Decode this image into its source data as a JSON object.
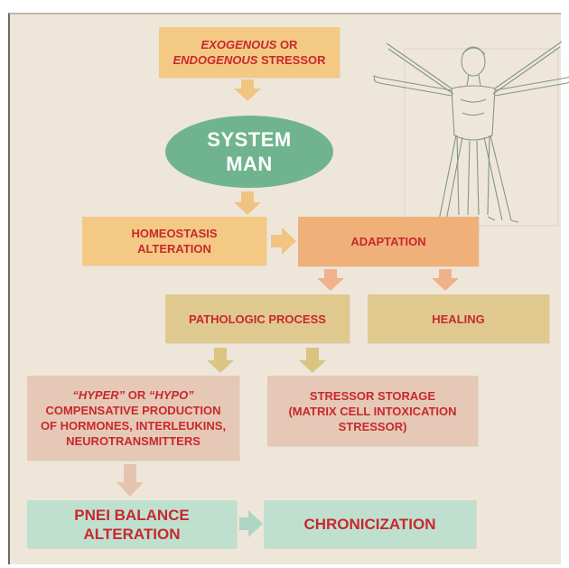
{
  "diagram": {
    "stressor": {
      "line1_italic": "EXOGENOUS",
      "line1_rest": " OR",
      "line2_italic": "ENDOGENOUS",
      "line2_rest": " STRESSOR"
    },
    "system_man": {
      "line1": "SYSTEM",
      "line2": "MAN"
    },
    "homeostasis": {
      "line1": "HOMEOSTASIS",
      "line2": "ALTERATION"
    },
    "adaptation": "ADAPTATION",
    "pathologic": "PATHOLOGIC PROCESS",
    "healing": "HEALING",
    "hyper_hypo": {
      "hyper": "“HYPER”",
      "or": " OR ",
      "hypo": "“HYPO”",
      "line2": "COMPENSATIVE PRODUCTION",
      "line3": "OF HORMONES, INTERLEUKINS,",
      "line4": "NEUROTRANSMITTERS"
    },
    "stressor_storage": {
      "line1": "STRESSOR STORAGE",
      "line2": "(MATRIX CELL INTOXICATION",
      "line3": "STRESSOR)"
    },
    "pnei": {
      "line1": "PNEI BALANCE",
      "line2": "ALTERATION"
    },
    "chronicization": "CHRONICIZATION"
  },
  "colors": {
    "text_red": "#c8282e",
    "orange_box": "#f3c983",
    "salmon_box": "#f0b07a",
    "tan_box": "#e0c98f",
    "pink_box": "#e6c8b6",
    "mint_box": "#bfe0cf",
    "ellipse": "#6fb48f",
    "background": "#efe6da"
  },
  "illustration": {
    "icon": "vitruvian-man-icon"
  }
}
